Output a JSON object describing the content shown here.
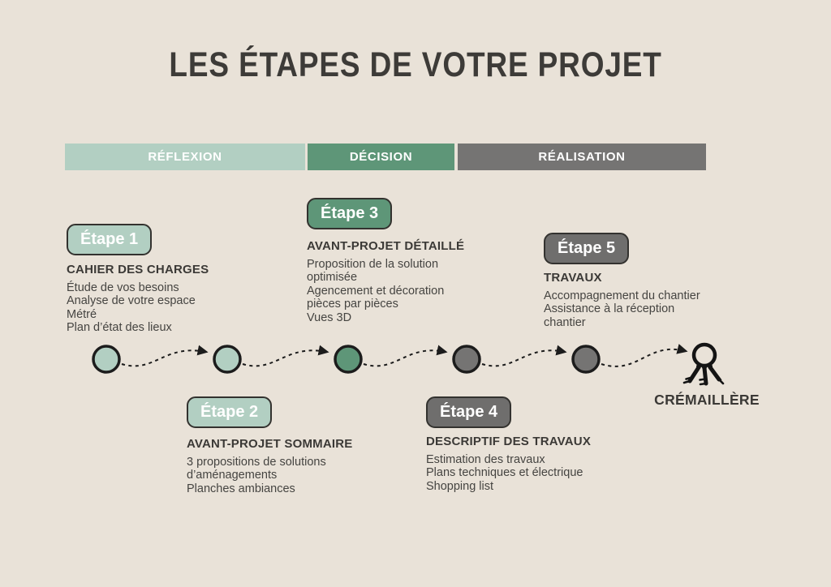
{
  "title": "LES ÉTAPES DE VOTRE PROJET",
  "phases": [
    {
      "label": "RÉFLEXION",
      "color": "#b2cfc2"
    },
    {
      "label": "DÉCISION",
      "color": "#5e9678"
    },
    {
      "label": "RÉALISATION",
      "color": "#757473"
    }
  ],
  "steps": [
    {
      "badge": "Étape 1",
      "color": "#b2cfc2",
      "heading": "CAHIER DES CHARGES",
      "lines": [
        "Étude de vos besoins",
        "Analyse de votre espace",
        "Métré",
        "Plan d’état des lieux"
      ]
    },
    {
      "badge": "Étape 2",
      "color": "#b2cfc2",
      "heading": "AVANT-PROJET SOMMAIRE",
      "lines": [
        "3 propositions de solutions",
        "d’aménagements",
        "Planches ambiances"
      ]
    },
    {
      "badge": "Étape 3",
      "color": "#5e9678",
      "heading": "AVANT-PROJET DÉTAILLÉ",
      "lines": [
        "Proposition de la solution",
        "optimisée",
        "Agencement et décoration",
        "pièces par pièces",
        "Vues 3D"
      ]
    },
    {
      "badge": "Étape 4",
      "color": "#6f6e6d",
      "heading": "DESCRIPTIF DES TRAVAUX",
      "lines": [
        "Estimation des travaux",
        "Plans techniques et électrique",
        "Shopping list"
      ]
    },
    {
      "badge": "Étape 5",
      "color": "#6f6e6d",
      "heading": "TRAVAUX",
      "lines": [
        "Accompagnement du chantier",
        "Assistance à la réception",
        "chantier"
      ]
    }
  ],
  "timeline": {
    "dot_colors": [
      "#b2cfc2",
      "#b2cfc2",
      "#5e9678",
      "#757473",
      "#757473"
    ],
    "connector_style": "dashed-wave-arrow",
    "end_icon": "keys-icon",
    "milestone_label": "CRÉMAILLÈRE"
  },
  "colors": {
    "background": "#e9e2d8",
    "text_dark": "#3d3b38",
    "light_green": "#b2cfc2",
    "green": "#5e9678",
    "gray": "#757473",
    "outline": "#1c1c1c"
  }
}
